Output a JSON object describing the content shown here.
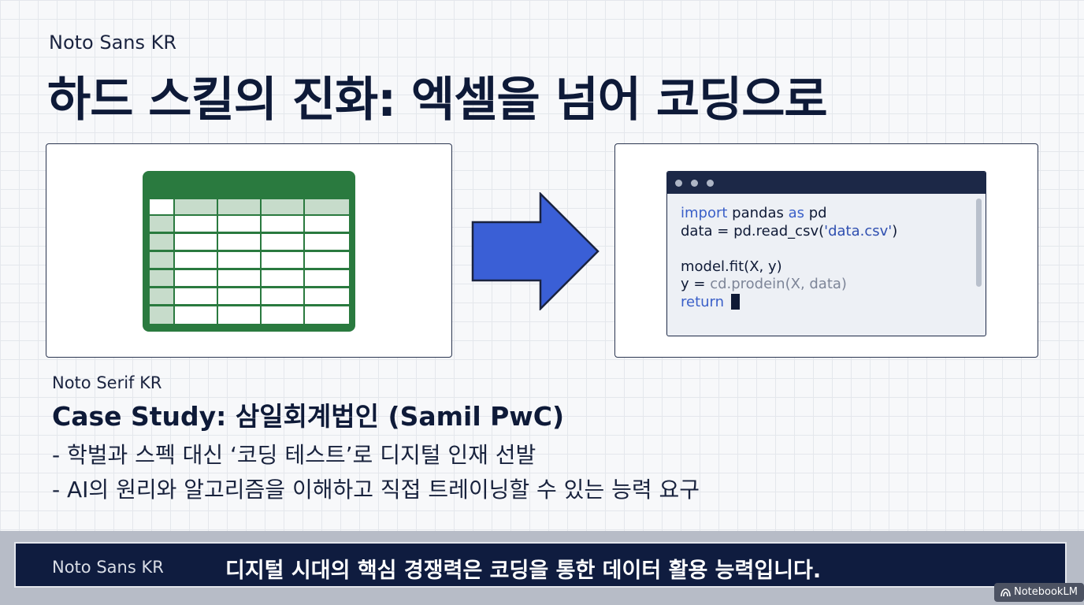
{
  "header": {
    "font_label": "Noto Sans KR",
    "title": "하드 스킬의 진화: 엑셀을 넘어 코딩으로"
  },
  "visual": {
    "left_icon": "spreadsheet-icon",
    "arrow_icon": "right-arrow-icon",
    "code_window": {
      "lines": [
        [
          {
            "t": "import",
            "c": "kw"
          },
          {
            "t": " pandas "
          },
          {
            "t": "as",
            "c": "kw"
          },
          {
            "t": " pd"
          }
        ],
        [
          {
            "t": "data = pd.read_csv("
          },
          {
            "t": "'data.csv'",
            "c": "str"
          },
          {
            "t": ")"
          }
        ],
        [],
        [
          {
            "t": "model.fit(X, y)"
          }
        ],
        [
          {
            "t": "y = "
          },
          {
            "t": "cd.prodein(X, data)",
            "c": "faded"
          }
        ],
        [
          {
            "t": "return",
            "c": "kw"
          },
          {
            "t": " "
          }
        ]
      ]
    },
    "colors": {
      "excel_green": "#2a7a3f",
      "arrow_blue": "#3a5fd6",
      "navy": "#1c2847"
    }
  },
  "case": {
    "font_label": "Noto Serif KR",
    "title": "Case Study: 삼일회계법인 (Samil PwC)",
    "bullets": [
      "- 학벌과 스펙 대신 ‘코딩 테스트’로 디지털 인재 선발",
      "- AI의 원리와 알고리즘을 이해하고 직접 트레이닝할 수 있는 능력 요구"
    ]
  },
  "footer": {
    "font_label": "Noto Sans KR",
    "text": "디지털 시대의 핵심 경쟁력은 코딩을 통한 데이터 활용 능력입니다."
  },
  "watermark": {
    "text": "NotebookLM",
    "icon": "notebooklm-icon"
  }
}
